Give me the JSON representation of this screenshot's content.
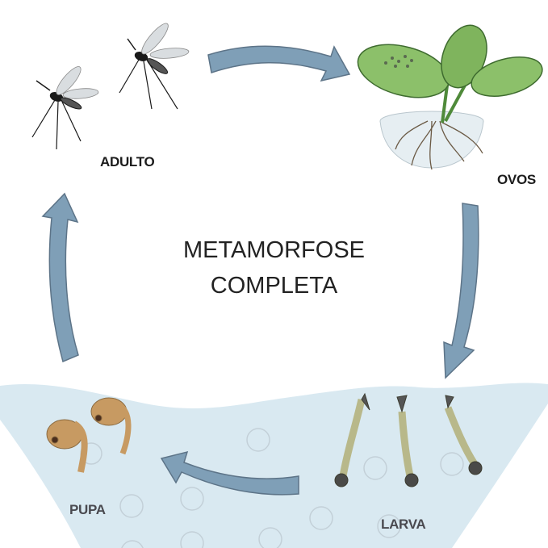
{
  "title": {
    "line1": "METAMORFOSE",
    "line2": "COMPLETA"
  },
  "stages": {
    "adult": "ADULTO",
    "eggs": "OVOS",
    "larva": "LARVA",
    "pupa": "PUPA"
  },
  "colors": {
    "arrow": "#7f9fb7",
    "arrow_stroke": "#5d7488",
    "water": "#d9e9f1",
    "leaf": "#8cc06a",
    "pupa": "#c79a62",
    "larva": "#b8b88a"
  }
}
